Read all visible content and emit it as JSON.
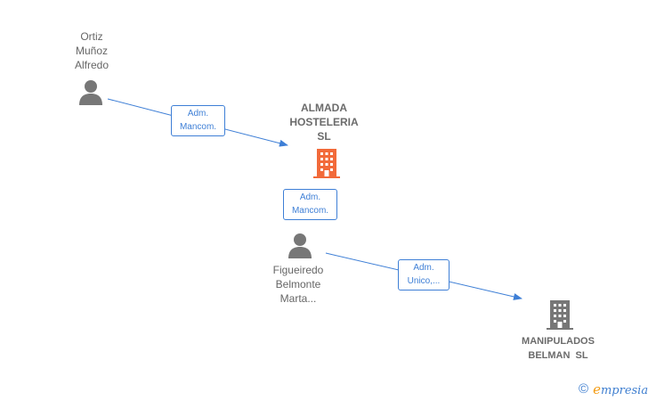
{
  "nodes": {
    "ortiz": {
      "name_lines": [
        "Ortiz",
        "Muñoz",
        "Alfredo"
      ],
      "type": "person",
      "icon": "person-icon",
      "color": "#777777"
    },
    "almada": {
      "name_lines": [
        "ALMADA",
        "HOSTELERIA",
        "SL"
      ],
      "type": "company",
      "icon": "building-icon",
      "color": "#f26a3a"
    },
    "figueiredo": {
      "name_lines": [
        "Figueiredo",
        "Belmonte",
        "Marta..."
      ],
      "type": "person",
      "icon": "person-icon",
      "color": "#777777"
    },
    "manipulados": {
      "name_lines": [
        "MANIPULADOS",
        "BELMAN  SL"
      ],
      "type": "company",
      "icon": "building-icon",
      "color": "#777777"
    }
  },
  "edges": [
    {
      "from": "ortiz",
      "to": "almada",
      "label_lines": [
        "Adm.",
        "Mancom."
      ]
    },
    {
      "from": "figueiredo",
      "to": "almada",
      "label_lines": [
        "Adm.",
        "Mancom."
      ]
    },
    {
      "from": "figueiredo",
      "to": "manipulados",
      "label_lines": [
        "Adm.",
        "Unico,..."
      ]
    }
  ],
  "brand": {
    "copyright_symbol": "©",
    "initial": "e",
    "rest": "mpresia"
  },
  "colors": {
    "edge": "#3e7fd6",
    "accent": "#f26a3a",
    "brand_accent": "#f39b12"
  }
}
